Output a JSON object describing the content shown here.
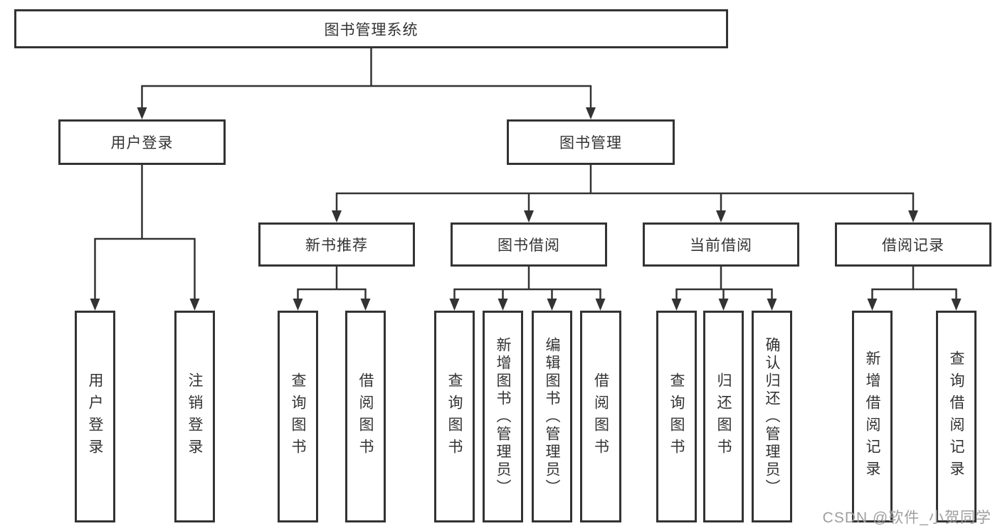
{
  "colors": {
    "line": "#333333",
    "text": "#333333",
    "watermark": "#9e9e9e",
    "background": "#ffffff"
  },
  "watermark": {
    "text": "CSDN @软件_小贺同学"
  },
  "tree": {
    "root": {
      "label": "图书管理系统",
      "children": [
        {
          "label": "用户登录",
          "children": [
            {
              "label": "用户登录"
            },
            {
              "label": "注销登录"
            }
          ]
        },
        {
          "label": "图书管理",
          "children": [
            {
              "label": "新书推荐",
              "children": [
                {
                  "label": "查询图书"
                },
                {
                  "label": "借阅图书"
                }
              ]
            },
            {
              "label": "图书借阅",
              "children": [
                {
                  "label": "查询图书"
                },
                {
                  "label": "新增图书（管理员）"
                },
                {
                  "label": "编辑图书（管理员）"
                },
                {
                  "label": "借阅图书"
                }
              ]
            },
            {
              "label": "当前借阅",
              "children": [
                {
                  "label": "查询图书"
                },
                {
                  "label": "归还图书"
                },
                {
                  "label": "确认归还（管理员）"
                }
              ]
            },
            {
              "label": "借阅记录",
              "children": [
                {
                  "label": "新增借阅记录"
                },
                {
                  "label": "查询借阅记录"
                }
              ]
            }
          ]
        }
      ]
    }
  }
}
